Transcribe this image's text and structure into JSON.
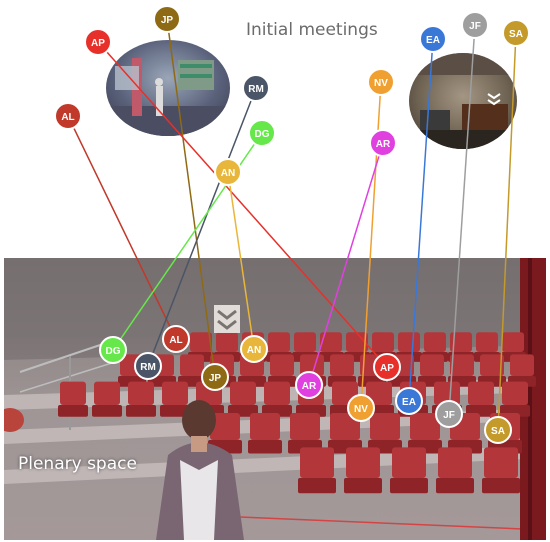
{
  "captions": {
    "initial": "Initial meetings",
    "plenary": "Plenary space"
  },
  "participants": [
    {
      "code": "JP",
      "color": "#8f6a14"
    },
    {
      "code": "AP",
      "color": "#e8302a"
    },
    {
      "code": "AL",
      "color": "#c0392b"
    },
    {
      "code": "RM",
      "color": "#4a5568"
    },
    {
      "code": "DG",
      "color": "#66e84a"
    },
    {
      "code": "AN",
      "color": "#e8b63a"
    },
    {
      "code": "NV",
      "color": "#f0a030"
    },
    {
      "code": "AR",
      "color": "#e040e0"
    },
    {
      "code": "EA",
      "color": "#3a78d8"
    },
    {
      "code": "JF",
      "color": "#9e9e9e"
    },
    {
      "code": "SA",
      "color": "#c49a2a"
    }
  ]
}
